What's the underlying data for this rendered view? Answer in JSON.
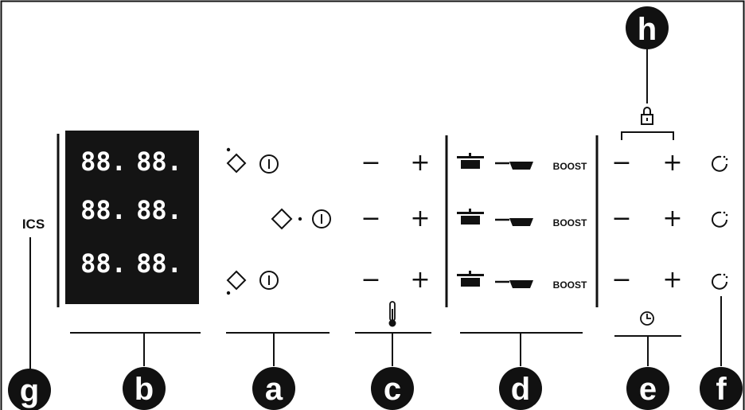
{
  "colors": {
    "ink": "#111111",
    "display_bg": "#141414",
    "display_digit": "#ffffff",
    "background": "#ffffff"
  },
  "callouts": {
    "a": "a",
    "b": "b",
    "c": "c",
    "d": "d",
    "e": "e",
    "f": "f",
    "g": "g",
    "h": "h"
  },
  "ics_label": "ICS",
  "display": {
    "rows": [
      {
        "left": "88.",
        "right": "88."
      },
      {
        "left": "88.",
        "right": "88."
      },
      {
        "left": "88.",
        "right": "88."
      }
    ]
  },
  "temperature": {
    "minus": "−",
    "plus": "+"
  },
  "boost": {
    "label": "BOOST"
  },
  "timer": {
    "minus": "−",
    "plus": "+"
  },
  "icons": {
    "zone_select": "diamond-icon",
    "power": "power-icon",
    "thermometer": "thermometer-icon",
    "pot": "pot-icon",
    "pan": "pan-icon",
    "lock": "lock-icon",
    "clock": "clock-icon",
    "quick": "quick-cook-icon"
  }
}
